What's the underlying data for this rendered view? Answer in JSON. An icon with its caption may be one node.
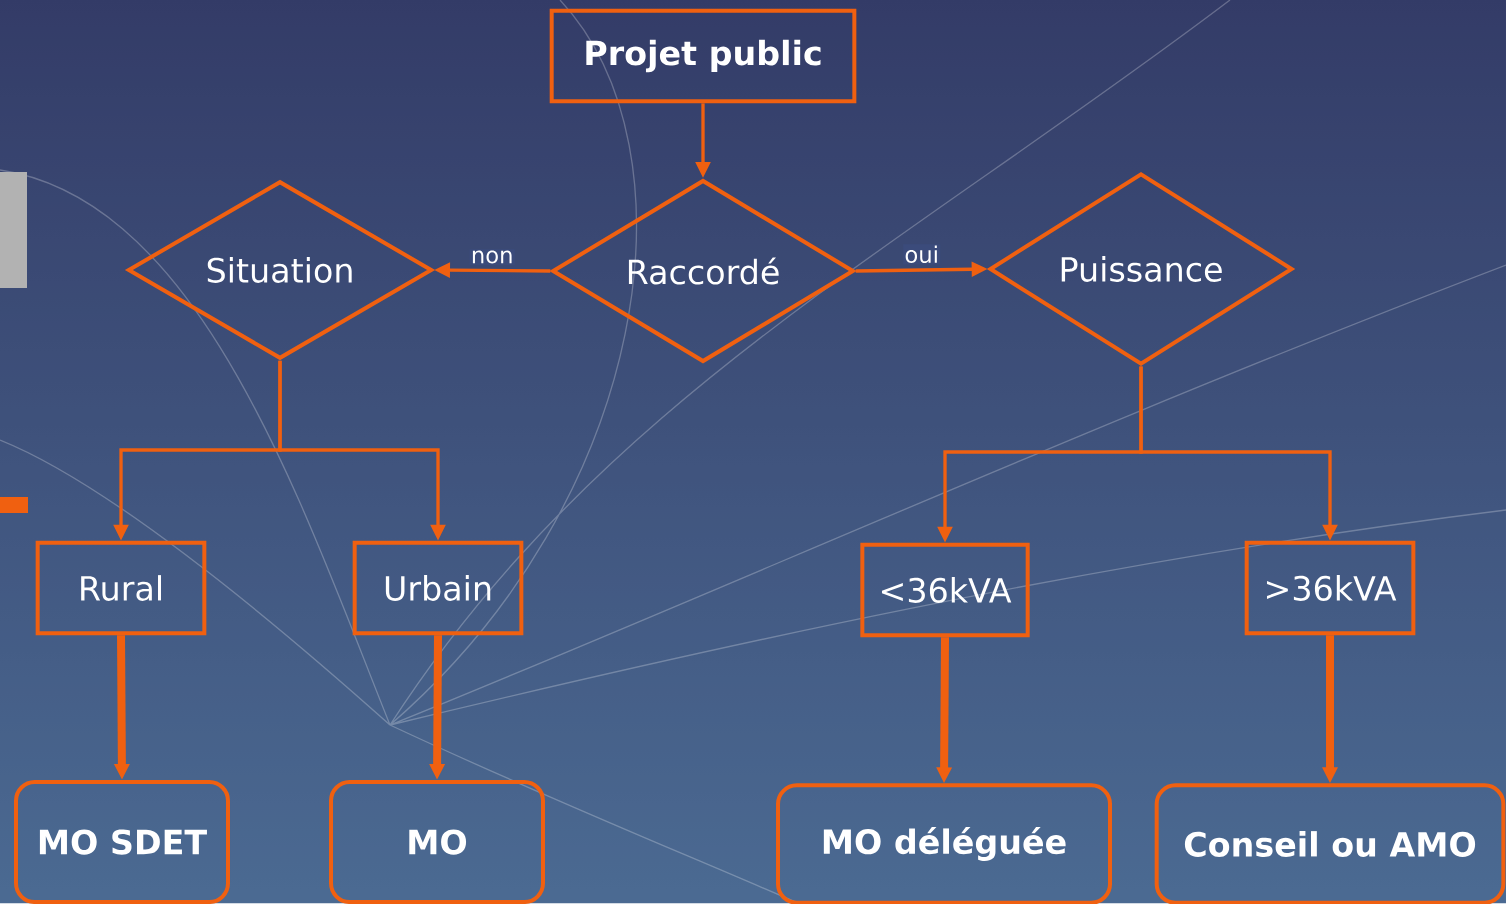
{
  "diagram": {
    "nodes": [
      {
        "text": [
          "Projet public"
        ]
      },
      {
        "text": [
          "Raccordé"
        ]
      },
      {
        "text": [
          "Situation"
        ]
      },
      {
        "text": [
          "Puissance"
        ]
      },
      {
        "text": [
          "Rural"
        ]
      },
      {
        "text": [
          "Urbain"
        ]
      },
      {
        "text": [
          "<36kVA"
        ]
      },
      {
        "text": [
          ">36kVA"
        ]
      },
      {
        "text": [
          "MO SDET"
        ]
      },
      {
        "text": [
          "MO"
        ]
      },
      {
        "text": [
          "MO déléguée"
        ]
      },
      {
        "text": [
          "Conseil ou AMO"
        ]
      }
    ],
    "edges": [
      {
        "from": 0,
        "to": 1,
        "arrow": "to"
      },
      {
        "from": 1,
        "to": 2,
        "arrow": "to",
        "label": "non"
      },
      {
        "from": 1,
        "to": 3,
        "arrow": "to",
        "label": "oui"
      },
      {
        "from": 2,
        "to": 4,
        "arrow": "to"
      },
      {
        "from": 2,
        "to": 5,
        "arrow": "to"
      },
      {
        "from": 3,
        "to": 6,
        "arrow": "to"
      },
      {
        "from": 3,
        "to": 7,
        "arrow": "to"
      },
      {
        "from": 4,
        "to": 8,
        "arrow": "to",
        "style": "thick"
      },
      {
        "from": 5,
        "to": 9,
        "arrow": "to",
        "style": "thick"
      },
      {
        "from": 6,
        "to": 10,
        "arrow": "to",
        "style": "thick"
      },
      {
        "from": 7,
        "to": 11,
        "arrow": "to",
        "style": "thick"
      }
    ]
  }
}
